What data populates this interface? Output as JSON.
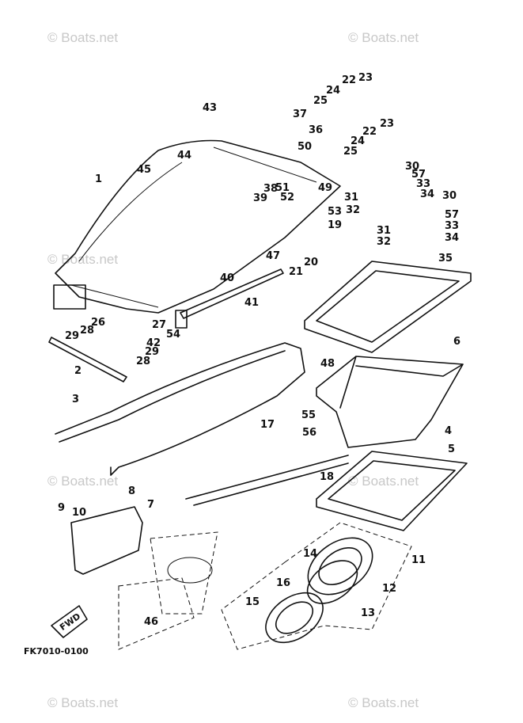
{
  "diagram": {
    "figure_code": "FK7010-0100",
    "fwd_marker": "FWD",
    "watermark": "© Boats.net",
    "callouts": [
      "43",
      "22",
      "23",
      "24",
      "25",
      "37",
      "36",
      "22",
      "23",
      "24",
      "25",
      "50",
      "1",
      "44",
      "45",
      "38",
      "39",
      "51",
      "49",
      "52",
      "30",
      "57",
      "33",
      "34",
      "30",
      "31",
      "32",
      "53",
      "19",
      "57",
      "33",
      "31",
      "34",
      "32",
      "47",
      "35",
      "20",
      "21",
      "40",
      "41",
      "26",
      "27",
      "28",
      "29",
      "54",
      "42",
      "29",
      "28",
      "6",
      "48",
      "2",
      "3",
      "17",
      "55",
      "56",
      "4",
      "5",
      "18",
      "8",
      "7",
      "9",
      "10",
      "11",
      "14",
      "12",
      "16",
      "13",
      "15",
      "46"
    ]
  }
}
